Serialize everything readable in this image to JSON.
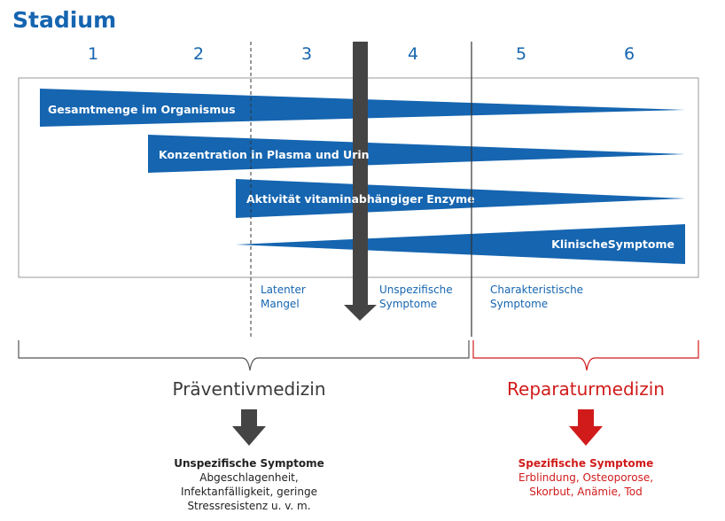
{
  "title": "Stadium",
  "stages": [
    "1",
    "2",
    "3",
    "4",
    "5",
    "6"
  ],
  "bars": [
    {
      "label": "Gesamtmenge im Organismus"
    },
    {
      "label": "Konzentration in Plasma und Urin"
    },
    {
      "label": "Aktivität vitaminabhängiger Enzyme"
    },
    {
      "label": "KlinischeSymptome"
    }
  ],
  "phases": {
    "latent": [
      "Latenter",
      "Mangel"
    ],
    "unspecific": [
      "Unspezifische",
      "Symptome"
    ],
    "characteristic": [
      "Charakteristische",
      "Symptome"
    ]
  },
  "groups": {
    "prevention": {
      "title": "Präventivmedizin",
      "heading": "Unspezifische Symptome",
      "lines": [
        "Abgeschlagenheit,",
        "Infektanfälligkeit, geringe",
        "Stressresistenz u. v. m."
      ]
    },
    "repair": {
      "title": "Reparaturmedizin",
      "heading": "Spezifische Symptome",
      "lines": [
        "Erblindung, Osteoporose,",
        "Skorbut, Anämie, Tod"
      ]
    }
  },
  "colors": {
    "blue": "#1565b0",
    "arrow_grey": "#444444",
    "red": "#d11b1b",
    "frame": "#9a9a9a"
  }
}
